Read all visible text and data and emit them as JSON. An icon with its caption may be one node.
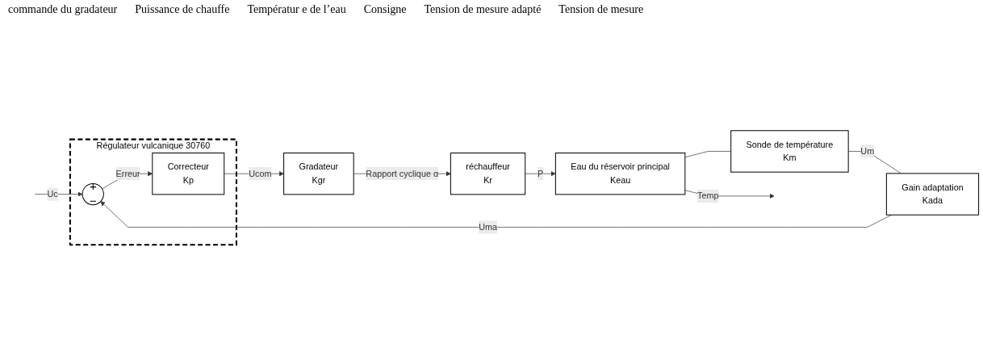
{
  "diagram": {
    "nodes": [
      {
        "text": [
          "Régulateur vulcanique 30760"
        ]
      },
      {
        "text": [
          "+",
          "−"
        ],
        "in": 0
      },
      {
        "text": [
          "Correcteur",
          "Kp"
        ],
        "in": 0
      },
      {
        "text": [
          "Gradateur",
          "Kgr"
        ]
      },
      {
        "text": [
          "réchauffeur",
          "Kr"
        ]
      },
      {
        "text": [
          "Eau du réservoir principal",
          "Keau"
        ]
      },
      {
        "text": [
          "Gain adaptation",
          "Kada"
        ]
      },
      {
        "text": [
          "Sonde de température",
          "Km"
        ]
      }
    ],
    "edges": [
      {
        "from": null,
        "to": 1,
        "arrow": "to",
        "label": "Uc"
      },
      {
        "from": 1,
        "to": 2,
        "arrow": "to",
        "label": "Erreur"
      },
      {
        "from": 2,
        "to": 3,
        "arrow": "to",
        "label": "Ucom"
      },
      {
        "from": 3,
        "to": 4,
        "arrow": "to",
        "label": "Rapport cyclique α"
      },
      {
        "from": 4,
        "to": 5,
        "arrow": "to",
        "label": "P"
      },
      {
        "from": 5,
        "to": null,
        "arrow": "to",
        "label": "Temp"
      },
      {
        "from": 5,
        "to": 7,
        "arrow": "none"
      },
      {
        "from": 7,
        "to": 6,
        "arrow": "none",
        "label": "Um"
      },
      {
        "from": 6,
        "to": 1,
        "arrow": "to",
        "label": "Uma"
      }
    ],
    "labels": [
      "commande du gradateur",
      "Puissance de chauffe",
      "Températur e de l’eau",
      "Consigne",
      "Tension de mesure adapté",
      "Tension de mesure"
    ]
  }
}
